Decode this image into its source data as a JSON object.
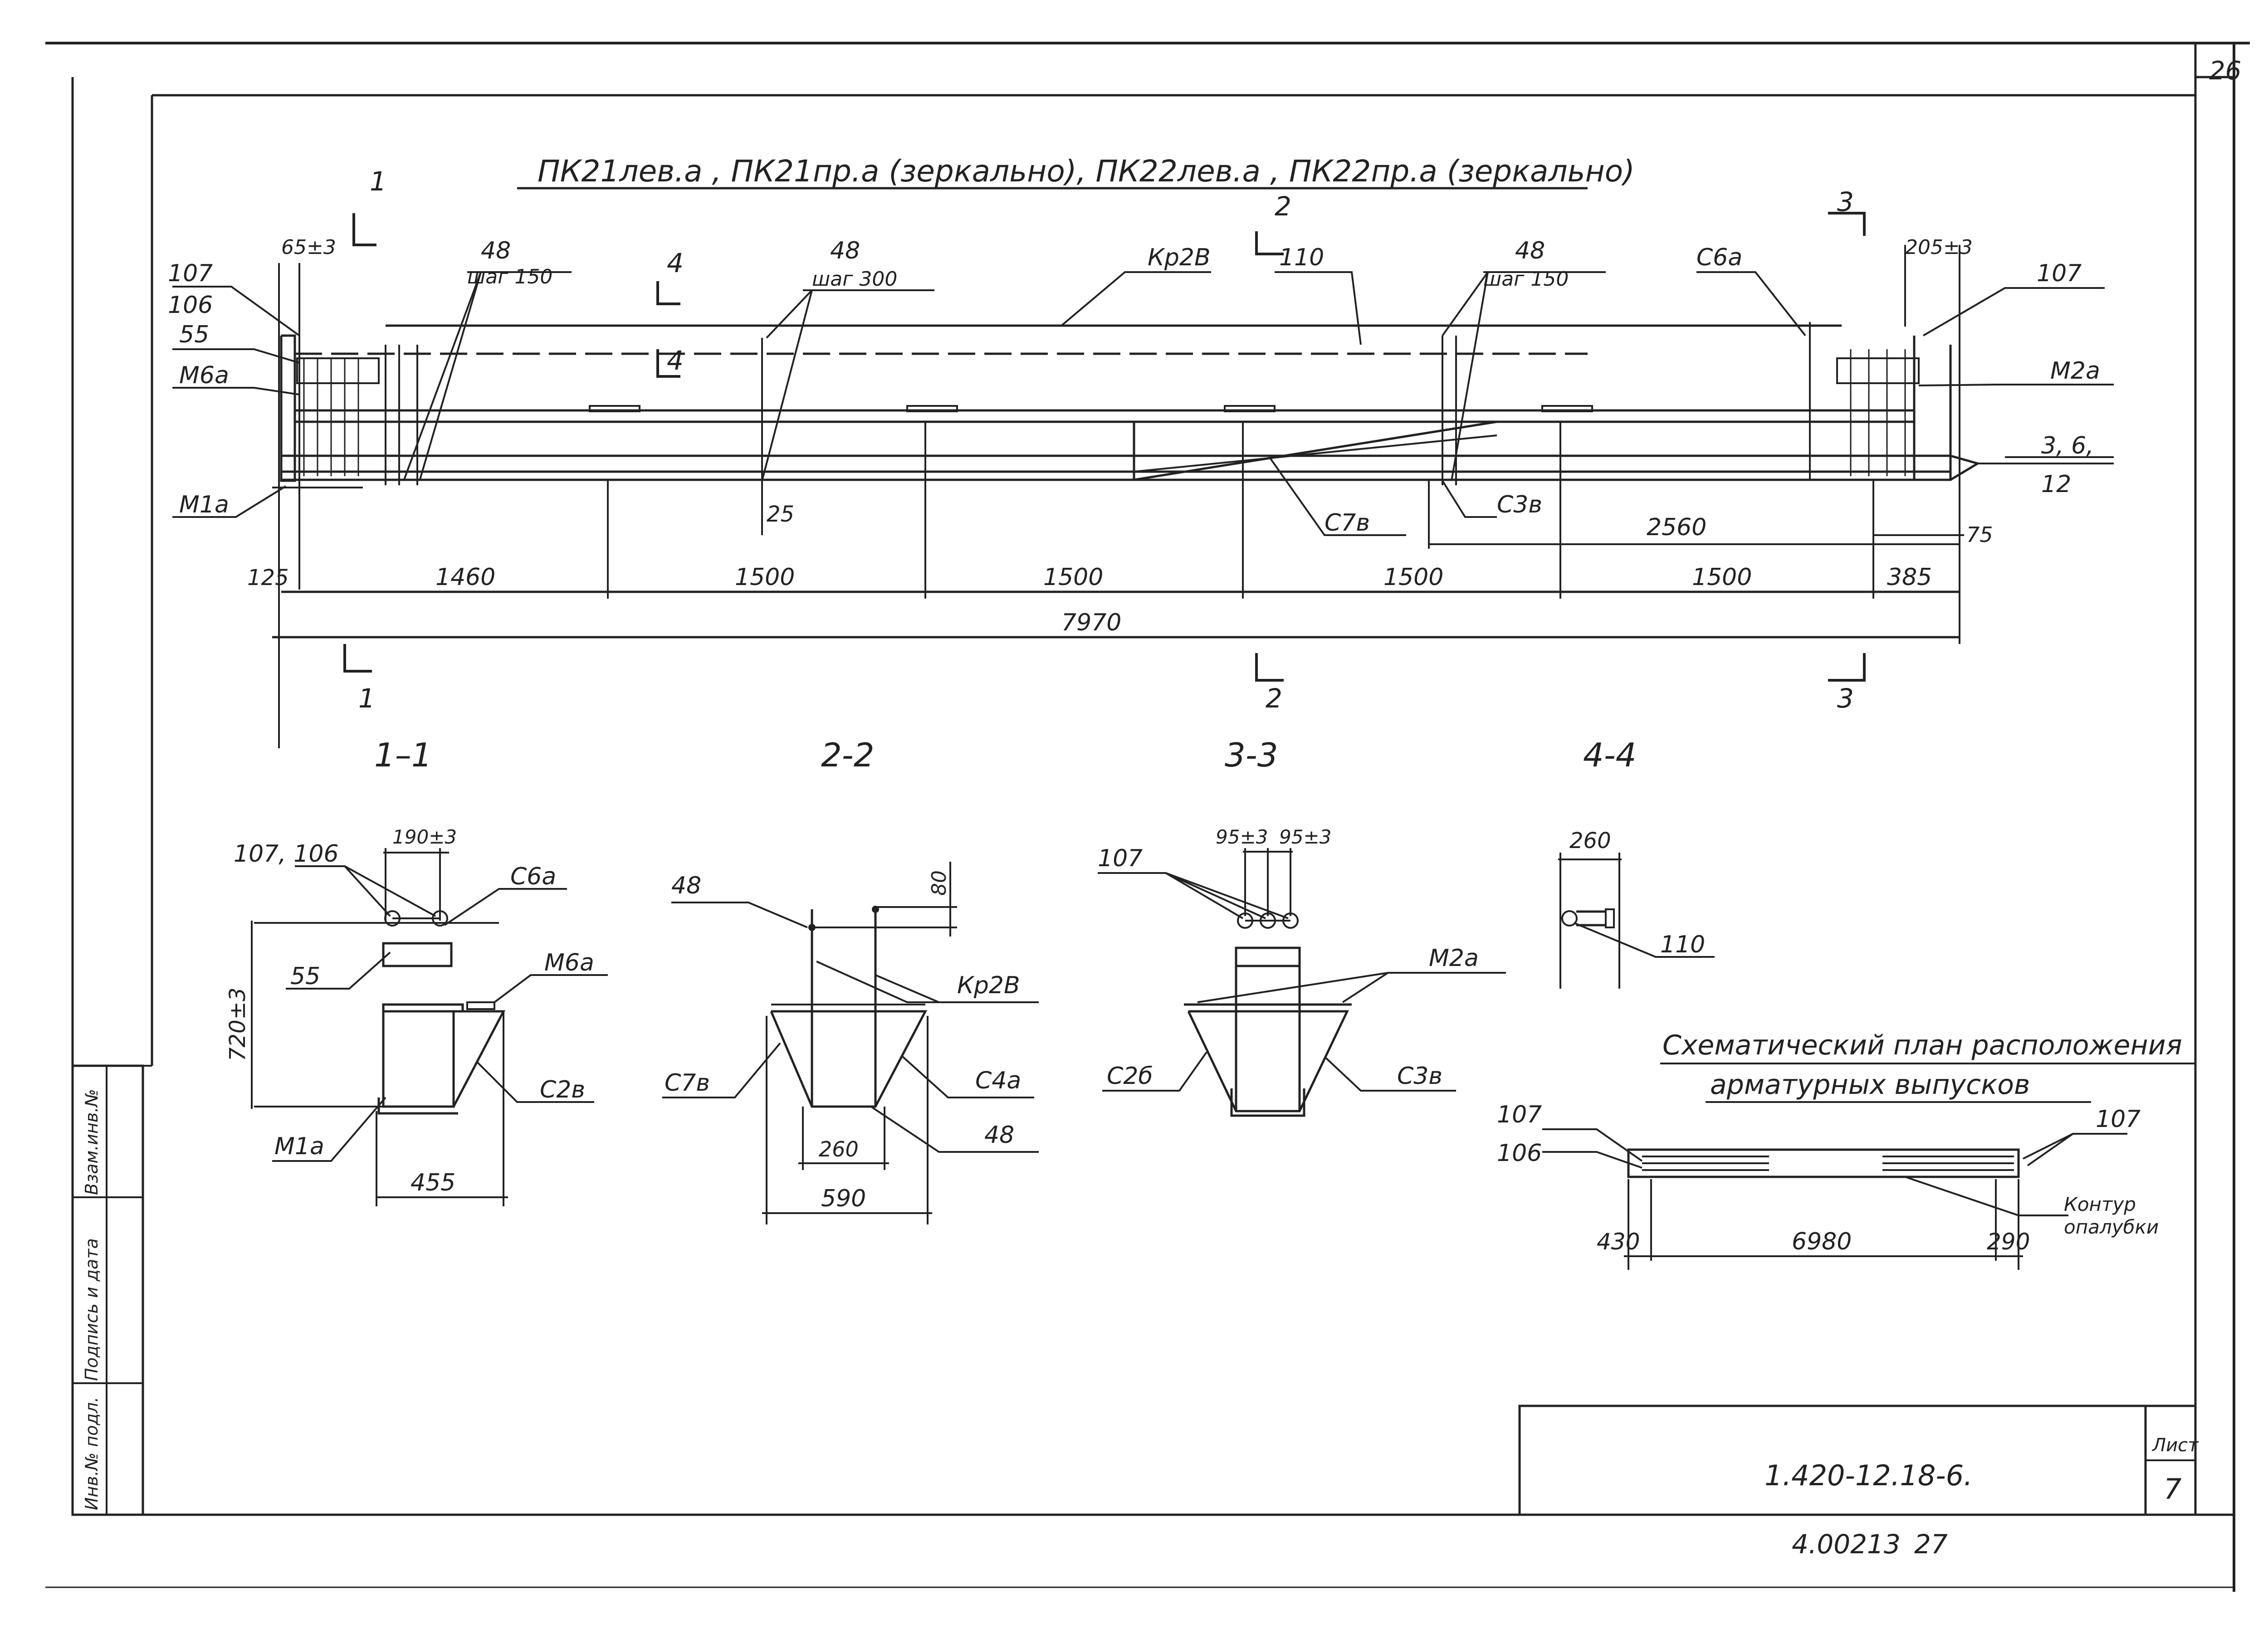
{
  "sheet": {
    "corner_number": "26",
    "main_title": "ПК21лев.а , ПК21пр.а (зеркально), ПК22лев.а , ПК22пр.а (зеркально)",
    "stamp_code": "1.420-12.18-6.",
    "sheet_label": "Лист",
    "sheet_number": "7",
    "archive_number": "4.00213",
    "archive_suffix": "27"
  },
  "side_stamp": [
    "Инв.№ подл.",
    "Подпись и дата",
    "Взам.инв.№"
  ],
  "elevation": {
    "cut_marks": [
      "1",
      "1",
      "2",
      "2",
      "3",
      "3",
      "4",
      "4"
    ],
    "leaders_left": [
      "107",
      "106",
      "55",
      "М6а",
      "М1а"
    ],
    "leaders_right": [
      "107",
      "М2а",
      "3, 6,",
      "12"
    ],
    "labels_top": {
      "tol_left": "65±3",
      "bar48_a": "48",
      "step150_a": "шаг 150",
      "bar48_b": "48",
      "step300": "шаг 300",
      "kr2v": "Кр2В",
      "n110": "110",
      "bar48_c": "48",
      "step150_b": "шаг 150",
      "c6a": "С6а",
      "tol_right": "205±3"
    },
    "labels_bottom": {
      "n25": "25",
      "c7v": "С7в",
      "c3v": "С3в",
      "d2560": "2560",
      "d75": "75"
    },
    "dims": [
      "125",
      "1460",
      "1500",
      "1500",
      "1500",
      "1500",
      "385"
    ],
    "total": "7970"
  },
  "sections": {
    "s1": {
      "title": "1–1",
      "lead": "107, 106",
      "top_dim": "190±3",
      "c6a": "С6а",
      "n55": "55",
      "m6a": "М6а",
      "height": "720±3",
      "c2v": "С2в",
      "m1a": "М1а",
      "width": "455"
    },
    "s2": {
      "title": "2-2",
      "n48_top": "48",
      "d80": "80",
      "kr2v": "Кр2В",
      "c7v": "С7в",
      "c4a": "С4а",
      "d260": "260",
      "n48_bot": "48",
      "d590": "590"
    },
    "s3": {
      "title": "3-3",
      "n107": "107",
      "tol_a": "95±3",
      "tol_b": "95±3",
      "m2a": "М2а",
      "c2b": "С2б",
      "c3v": "С3в"
    },
    "s4": {
      "title": "4-4",
      "d260": "260",
      "n110": "110"
    }
  },
  "plan": {
    "title_line1": "Схематический план расположения",
    "title_line2": "арматурных выпусков",
    "n107_left": "107",
    "n106": "106",
    "n107_right": "107",
    "kontur_1": "Контур",
    "kontur_2": "опалубки",
    "d430": "430",
    "d6980": "6980",
    "d290": "290"
  }
}
